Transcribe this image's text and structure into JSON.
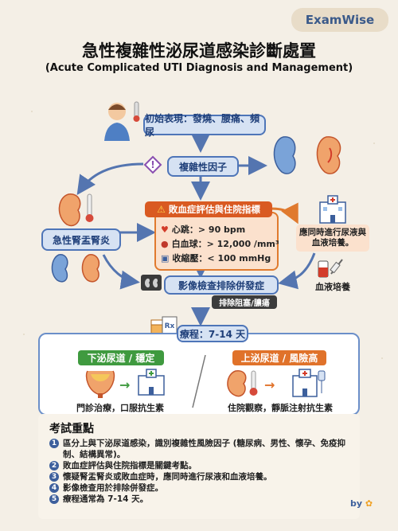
{
  "brand": "ExamWise",
  "title_cn": "急性複雜性泌尿道感染診斷處置",
  "title_en": "(Acute Complicated UTI Diagnosis and Management)",
  "initial": "初始表現：發燒、腰痛、頻尿",
  "complicating": "複雜性因子",
  "pyelo": "急性腎盂腎炎",
  "sepsis": {
    "title": "敗血症評估與住院指標",
    "hr": "心跳：> 90 bpm",
    "wbc": "白血球：> 12,000 /mm³",
    "bp": "收縮壓：< 100 mmHg"
  },
  "culture_note": "應同時進行尿液與血液培養。",
  "blood_culture": "血液培養",
  "imaging": "影像檢查排除併發症",
  "imaging_tag": "排除阻塞/膿瘍",
  "course": "療程：7-14 天",
  "lower": {
    "title": "下泌尿道 / 穩定",
    "desc": "門診治療，口服抗生素"
  },
  "upper": {
    "title": "上泌尿道 / 風險高",
    "desc": "住院觀察，靜脈注射抗生素"
  },
  "points": {
    "title": "考試重點",
    "items": [
      "區分上與下泌尿道感染，識別複雜性風險因子 (糖尿病、男性、懷孕、免疫抑制、結構異常)。",
      "敗血症評估與住院指標是關鍵考點。",
      "懷疑腎盂腎炎或敗血症時，應同時進行尿液和血液培養。",
      "影像檢查用於排除併發症。",
      "療程通常為 7-14 天。"
    ],
    "nums": [
      "1",
      "2",
      "3",
      "4",
      "5"
    ]
  },
  "by": "by"
}
